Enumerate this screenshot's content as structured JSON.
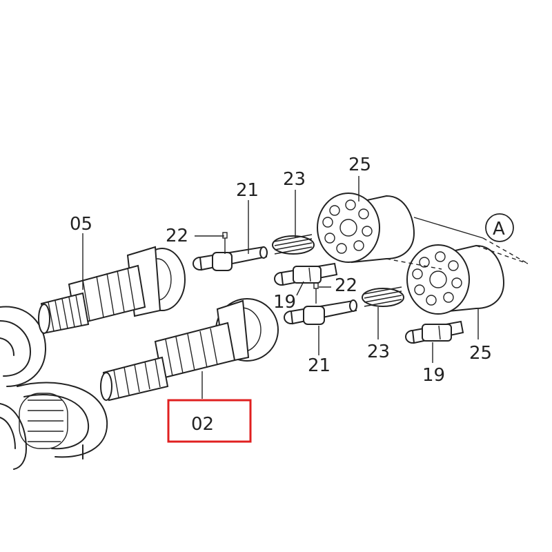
{
  "labels": {
    "p05": "05",
    "p02": "02",
    "p21_top": "21",
    "p21_bottom": "21",
    "p22_top": "22",
    "p22_right": "22",
    "p23_top": "23",
    "p23_bottom": "23",
    "p25_top": "25",
    "p25_bottom": "25",
    "p19_left": "19",
    "p19_bottom": "19",
    "view_a": "A"
  },
  "colors": {
    "line": "#222222",
    "highlight": "#e02020",
    "background": "#ffffff"
  }
}
